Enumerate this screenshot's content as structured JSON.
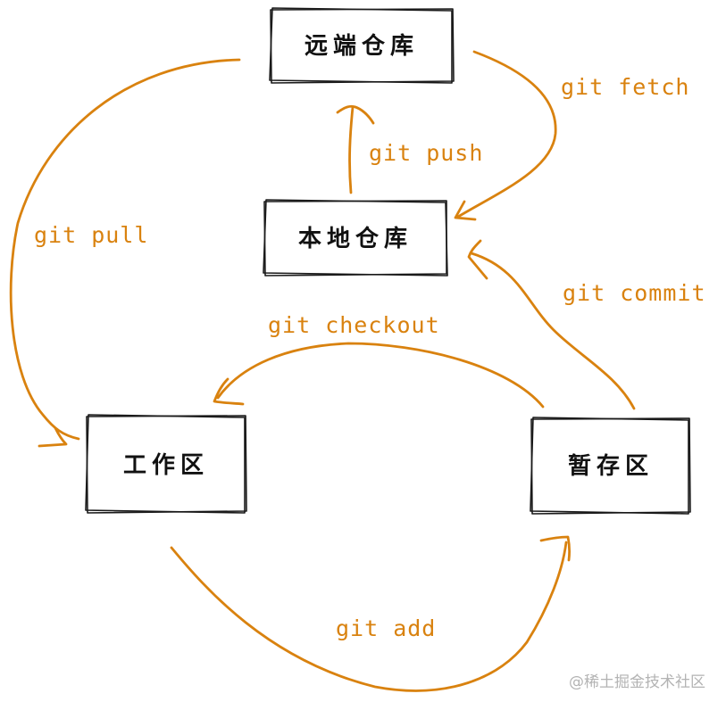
{
  "colors": {
    "arrow": "#d9820f",
    "box_stroke": "#1a1a1a",
    "watermark": "#b3b3b3"
  },
  "nodes": {
    "remote": "远端仓库",
    "local": "本地仓库",
    "workspace": "工作区",
    "staging": "暂存区"
  },
  "edges": {
    "fetch": "git fetch",
    "push": "git push",
    "pull": "git pull",
    "commit": "git commit",
    "checkout": "git checkout",
    "add": "git add"
  },
  "watermark": "@稀土掘金技术社区"
}
